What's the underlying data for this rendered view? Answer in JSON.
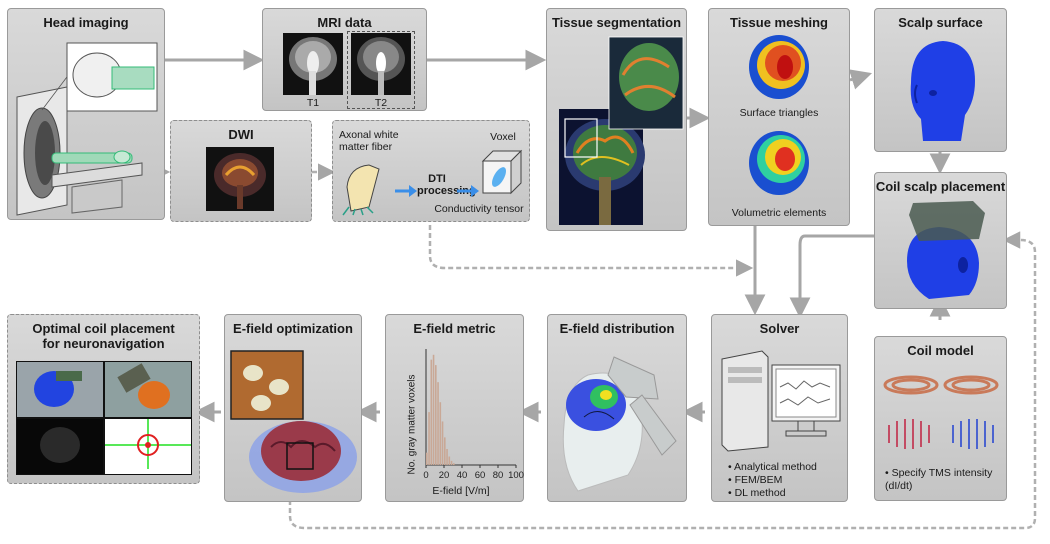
{
  "boxes": {
    "head_imaging": {
      "title": "Head imaging"
    },
    "mri_data": {
      "title": "MRI data",
      "t1": "T1",
      "t2": "T2"
    },
    "dwi": {
      "title": "DWI"
    },
    "dti": {
      "fiber_label": "Axonal white matter fiber",
      "process_label": "DTI processing",
      "voxel_label": "Voxel",
      "tensor_label": "Conductivity tensor"
    },
    "tissue_segmentation": {
      "title": "Tissue segmentation"
    },
    "tissue_meshing": {
      "title": "Tissue meshing",
      "surface_label": "Surface triangles",
      "volumetric_label": "Volumetric elements"
    },
    "scalp_surface": {
      "title": "Scalp surface"
    },
    "coil_scalp_placement": {
      "title": "Coil scalp placement"
    },
    "coil_model": {
      "title": "Coil model",
      "bullet": "Specify TMS intensity (dI/dt)"
    },
    "solver": {
      "title": "Solver",
      "bullets": [
        "Analytical method",
        "FEM/BEM",
        "DL method"
      ]
    },
    "efield_distribution": {
      "title": "E-field distribution"
    },
    "efield_metric": {
      "title": "E-field metric",
      "ylabel": "No. gray matter voxels",
      "xlabel": "E-field [V/m]"
    },
    "efield_optimization": {
      "title": "E-field optimization"
    },
    "optimal_coil": {
      "title_line1": "Optimal coil placement",
      "title_line2": "for neuronavigation"
    }
  },
  "chart_data": {
    "type": "bar",
    "xlabel": "E-field [V/m]",
    "ylabel": "No. gray matter voxels",
    "xticks": [
      0,
      20,
      40,
      60,
      80,
      100
    ],
    "xlim": [
      0,
      100
    ]
  },
  "colors": {
    "box_fill": "#cfcfcf",
    "arrow": "#a0a0a0",
    "accent_blue": "#2b8fe0",
    "scalp_blue": "#1f3fe6"
  }
}
